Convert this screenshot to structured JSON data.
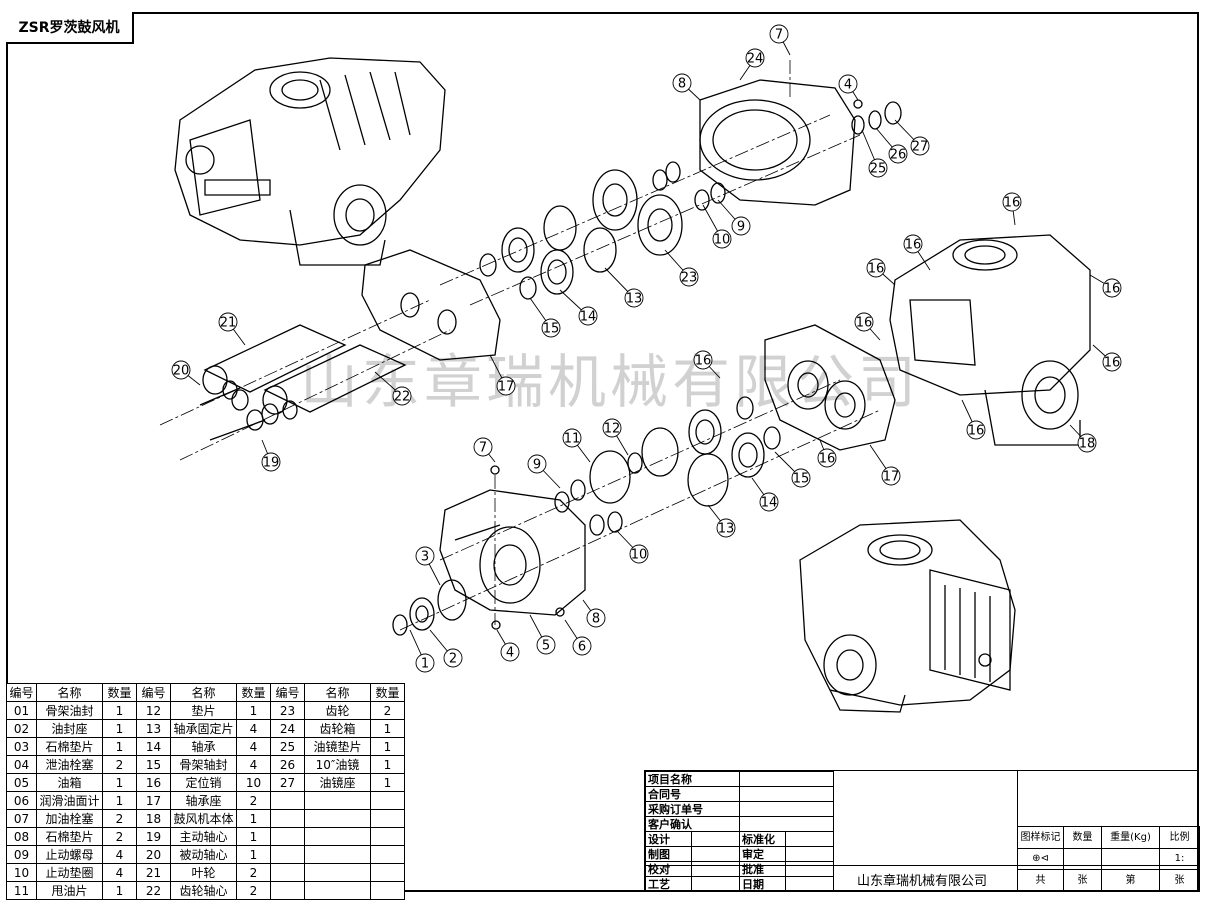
{
  "title": "ZSR罗茨鼓风机",
  "watermark": "山东章瑞机械有限公司",
  "bom": {
    "headers": [
      "编号",
      "名称",
      "数量"
    ],
    "items": [
      [
        "01",
        "骨架油封",
        "1"
      ],
      [
        "02",
        "油封座",
        "1"
      ],
      [
        "03",
        "石棉垫片",
        "1"
      ],
      [
        "04",
        "泄油栓塞",
        "2"
      ],
      [
        "05",
        "油箱",
        "1"
      ],
      [
        "06",
        "润滑油面计",
        "1"
      ],
      [
        "07",
        "加油栓塞",
        "2"
      ],
      [
        "08",
        "石棉垫片",
        "2"
      ],
      [
        "09",
        "止动螺母",
        "4"
      ],
      [
        "10",
        "止动垫圈",
        "4"
      ],
      [
        "11",
        "甩油片",
        "1"
      ],
      [
        "12",
        "垫片",
        "1"
      ],
      [
        "13",
        "轴承固定片",
        "4"
      ],
      [
        "14",
        "轴承",
        "4"
      ],
      [
        "15",
        "骨架轴封",
        "4"
      ],
      [
        "16",
        "定位销",
        "10"
      ],
      [
        "17",
        "轴承座",
        "2"
      ],
      [
        "18",
        "鼓风机本体",
        "1"
      ],
      [
        "19",
        "主动轴心",
        "1"
      ],
      [
        "20",
        "被动轴心",
        "1"
      ],
      [
        "21",
        "叶轮",
        "2"
      ],
      [
        "22",
        "齿轮轴心",
        "2"
      ],
      [
        "23",
        "齿轮",
        "2"
      ],
      [
        "24",
        "齿轮箱",
        "1"
      ],
      [
        "25",
        "油镜垫片",
        "1"
      ],
      [
        "26",
        "10″油镜",
        "1"
      ],
      [
        "27",
        "油镜座",
        "1"
      ]
    ]
  },
  "titleblock": {
    "info": [
      "项目名称",
      "合同号",
      "采购订单号",
      "客户确认"
    ],
    "sign_rows": [
      [
        "设计",
        "标准化"
      ],
      [
        "制图",
        "审定"
      ],
      [
        "校对",
        "批准"
      ],
      [
        "工艺",
        "日期"
      ]
    ],
    "right_header": [
      "图样标记",
      "数量",
      "重量(Kg)",
      "比例"
    ],
    "scale": "1:",
    "sheet_labels": [
      "共",
      "张",
      "第",
      "张"
    ],
    "company": "山东章瑞机械有限公司"
  },
  "callouts": [
    {
      "n": "7"
    },
    {
      "n": "24"
    },
    {
      "n": "8"
    },
    {
      "n": "4"
    },
    {
      "n": "25"
    },
    {
      "n": "26"
    },
    {
      "n": "27"
    },
    {
      "n": "9"
    },
    {
      "n": "10"
    },
    {
      "n": "23"
    },
    {
      "n": "13"
    },
    {
      "n": "14"
    },
    {
      "n": "15"
    },
    {
      "n": "16"
    },
    {
      "n": "16"
    },
    {
      "n": "16"
    },
    {
      "n": "16"
    },
    {
      "n": "16"
    },
    {
      "n": "16"
    },
    {
      "n": "16"
    },
    {
      "n": "16"
    },
    {
      "n": "16"
    },
    {
      "n": "21"
    },
    {
      "n": "20"
    },
    {
      "n": "22"
    },
    {
      "n": "19"
    },
    {
      "n": "17"
    },
    {
      "n": "17"
    },
    {
      "n": "18"
    },
    {
      "n": "7"
    },
    {
      "n": "11"
    },
    {
      "n": "12"
    },
    {
      "n": "9"
    },
    {
      "n": "13"
    },
    {
      "n": "14"
    },
    {
      "n": "15"
    },
    {
      "n": "10"
    },
    {
      "n": "3"
    },
    {
      "n": "1"
    },
    {
      "n": "2"
    },
    {
      "n": "4"
    },
    {
      "n": "5"
    },
    {
      "n": "6"
    },
    {
      "n": "8"
    }
  ]
}
